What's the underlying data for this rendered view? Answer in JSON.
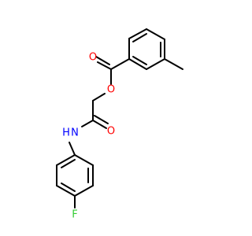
{
  "molecule": {
    "atoms": [
      {
        "symbol": "O",
        "color": "#ff0000"
      },
      {
        "symbol": "O",
        "color": "#ff0000"
      },
      {
        "symbol": "O",
        "color": "#ff0000"
      },
      {
        "symbol": "N",
        "color": "#0000ff"
      },
      {
        "symbol": "H",
        "color": "#0000ff"
      },
      {
        "symbol": "F",
        "color": "#33cc33"
      }
    ],
    "bond_color": "#000000"
  }
}
